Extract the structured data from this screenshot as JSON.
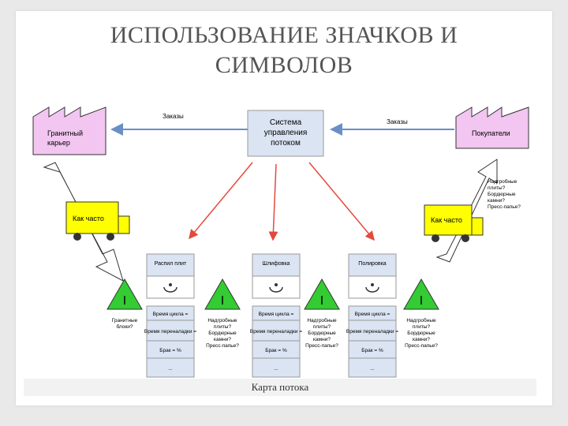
{
  "slide": {
    "title_line1": "ИСПОЛЬЗОВАНИЕ ЗНАЧКОВ И",
    "title_line2": "СИМВОЛОВ",
    "caption": "Карта потока"
  },
  "diagram": {
    "supplier": [
      "Гранитный",
      "карьер"
    ],
    "customer": "Покупатели",
    "control": [
      "Система",
      "управления",
      "потоком"
    ],
    "orders_left": "Заказы",
    "orders_right": "Заказы",
    "truck_left": "Как часто",
    "truck_right": "Как часто",
    "customer_order_note": [
      "Надгробные",
      "плиты?",
      "Бордюрные",
      "камни?",
      "Пресс-папье?"
    ],
    "processes": [
      {
        "name": "Распил плит",
        "rows": [
          "Время цикла =",
          "Время переналадки =",
          "Брак = %",
          "..."
        ]
      },
      {
        "name": "Шлифовка",
        "rows": [
          "Время цикла =",
          "Время переналадки =",
          "Брак = %",
          "..."
        ]
      },
      {
        "name": "Полировка",
        "rows": [
          "Время цикла =",
          "Время переналадки =",
          "Брак = %",
          "..."
        ]
      }
    ],
    "inventory_mark": "I",
    "inventory_notes": [
      [
        "Гранитные",
        "блоки?"
      ],
      [
        "Надгробные",
        "плиты?",
        "Бордюрные",
        "камни?",
        "Пресс-папье?"
      ],
      [
        "Надгробные",
        "плиты?",
        "Бордюрные",
        "камни?",
        "Пресс-папье?"
      ],
      [
        "Надгробные",
        "плиты?",
        "Бордюрные",
        "камни?",
        "Пресс-папье?"
      ]
    ],
    "colors": {
      "factory": "#f2c6f0",
      "truck": "#ffff00",
      "triangle": "#33cc33",
      "process": "#dbe4f3",
      "arrow": "#e34a3c",
      "info_arrow": "#6a8fc7"
    }
  }
}
